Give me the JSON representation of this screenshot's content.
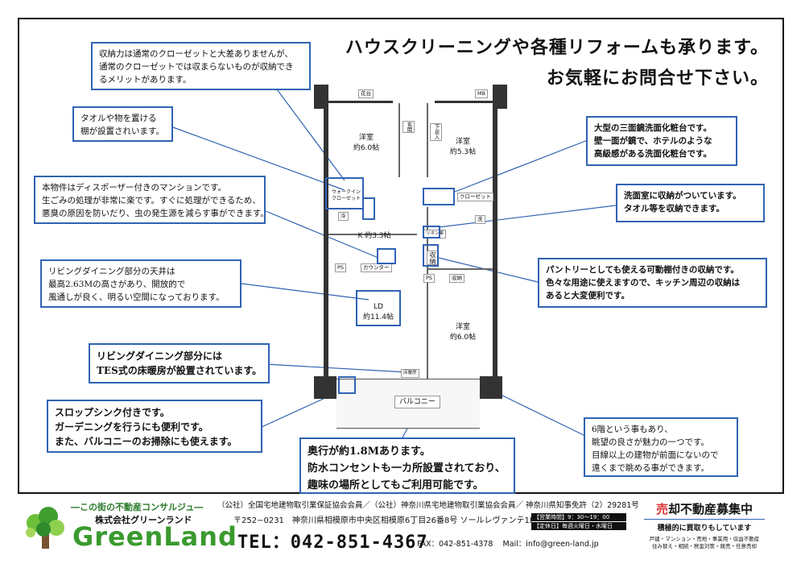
{
  "headline": [
    "ハウスクリーニングや各種リフォームも承ります。",
    "お気軽にお問合せ下さい。"
  ],
  "notes": {
    "closet": [
      "収納力は通常のクローゼットと大差ありませんが、",
      "通常のクローゼットでは収まらないものが収納でき",
      "るメリットがあります。"
    ],
    "towel_shelf": [
      "タオルや物を置ける",
      "棚が設置されいます。"
    ],
    "disposer": [
      "本物件はディスポーザー付きのマンションです。",
      "生ごみの処理が非常に楽です。すぐに処理ができるため、",
      "悪臭の原因を防いだり、虫の発生源を減らす事ができます。"
    ],
    "ceiling": [
      "リビングダイニング部分の天井は",
      "最高2.63Mの高さがあり、開放的で",
      "風通しが良く、明るい空間になっております。"
    ],
    "floor_heating": [
      "リビングダイニング部分には",
      "TES式の床暖房が設置されています。"
    ],
    "slop_sink": [
      "スロップシンク付きです。",
      "ガーデニングを行うにも便利です。",
      "また、バルコニーのお掃除にも使えます。"
    ],
    "balcony": [
      "奥行が約1.8Mあります。",
      "防水コンセントも一カ所設置されており、",
      "趣味の場所としてもご利用可能です。"
    ],
    "vanity": [
      "大型の三面鏡洗面化粧台です。",
      "壁一面が鏡で、ホテルのような",
      "高級感がある洗面化粧台です。"
    ],
    "washroom_storage": [
      "洗面室に収納がついています。",
      "タオル等を収納できます。"
    ],
    "pantry": [
      "パントリーとしても使える可動棚付きの収納です。",
      "色々な用途に使えますので、キッチン周辺の収納は",
      "あると大変便利です。"
    ],
    "view": [
      "6階という事もあり、",
      "眺望の良さが魅力の一つです。",
      "目線以上の建物が前面にないので",
      "遠くまで眺める事ができます。"
    ]
  },
  "plan": {
    "flowerbed": "花台",
    "mb": "MB",
    "room1": [
      "洋室",
      "約6.0帖"
    ],
    "room2": [
      "洋室",
      "約5.3帖"
    ],
    "room3": [
      "洋室",
      "約6.0帖"
    ],
    "kitchen": "K 約3.3帖",
    "ld": [
      "LD",
      "約11.4帖"
    ],
    "walkin": [
      "ウォークイン",
      "クローゼット"
    ],
    "closet": "クローゼット",
    "storage": "収納",
    "storage2": "収納",
    "counter": "カウンター",
    "balcony": "バルコニー",
    "genkan": "玄関",
    "shoes": "下足入",
    "wash": "洗",
    "cold": "冷",
    "ps1": "PS",
    "ps2": "PS",
    "floor_heat": "床暖房",
    "linen": "リネン庫"
  },
  "footer": {
    "tagline": "―この街の不動産コンサルジュ―",
    "company": "株式会社グリーンランド",
    "brand": "GreenLand",
    "assoc": "（公社）全国宅地建物取引業保証協会会員／（公社）神奈川県宅地建物取引業協会会員／ 神奈川県知事免許（2）29281号",
    "address": "〒252−0231　神奈川県相模原市中央区相模原6丁目26番8号 ソールレヴァンテ1F",
    "tel": "TEL：042-851-4367",
    "fax": "FAX：042-851-4378",
    "mail": "Mail：info@green-land.jp",
    "hours": "【営業時間】9：30〜19：00",
    "holiday": "【定休日】毎週火曜日・水曜日",
    "sale_prefix": "売",
    "sale_title": "却不動産募集中",
    "sale_sub": "積極的に買取りもしています",
    "sale_types": [
      "戸建・マンション・売地・事業用・収益不動産",
      "住み替え・相続・税金対策・競売・任意売却"
    ]
  }
}
